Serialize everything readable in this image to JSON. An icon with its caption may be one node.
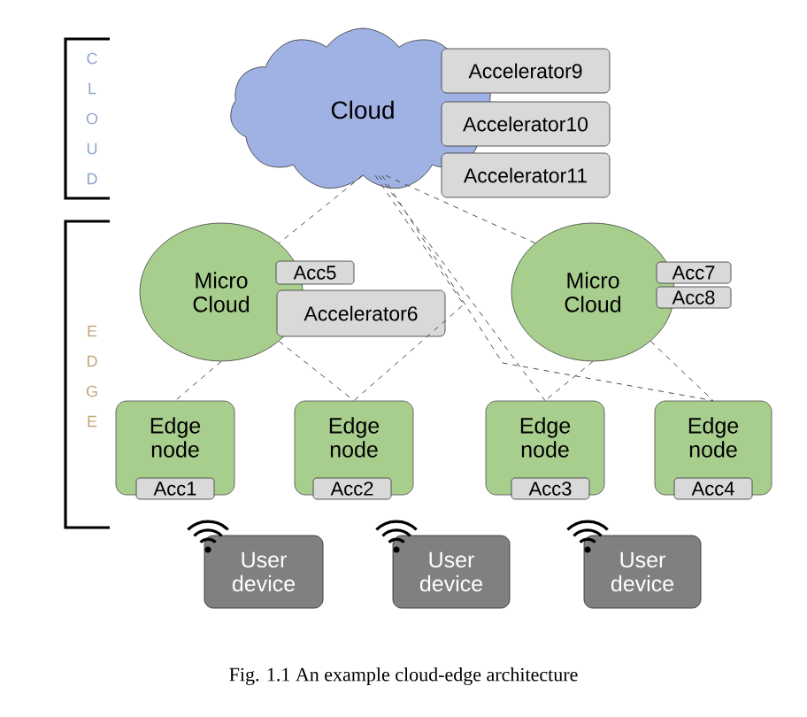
{
  "diagram": {
    "caption": "Fig. 1.1 An example cloud-edge architecture",
    "nodes": [
      {
        "text": [
          "Cloud"
        ]
      },
      {
        "text": [
          "Accelerator9"
        ]
      },
      {
        "text": [
          "Accelerator10"
        ]
      },
      {
        "text": [
          "Accelerator11"
        ]
      },
      {
        "text": [
          "Micro Cloud"
        ]
      },
      {
        "text": [
          "Acc5"
        ]
      },
      {
        "text": [
          "Accelerator6"
        ]
      },
      {
        "text": [
          "Micro Cloud"
        ]
      },
      {
        "text": [
          "Acc7"
        ]
      },
      {
        "text": [
          "Acc8"
        ]
      },
      {
        "text": [
          "Edge node"
        ]
      },
      {
        "text": [
          "Acc1"
        ],
        "in": 10
      },
      {
        "text": [
          "Edge node"
        ]
      },
      {
        "text": [
          "Acc2"
        ],
        "in": 12
      },
      {
        "text": [
          "Edge node"
        ]
      },
      {
        "text": [
          "Acc3"
        ],
        "in": 14
      },
      {
        "text": [
          "Edge node"
        ]
      },
      {
        "text": [
          "Acc4"
        ],
        "in": 16
      },
      {
        "text": [
          "User device"
        ]
      },
      {
        "text": [
          "User device"
        ]
      },
      {
        "text": [
          "User device"
        ]
      }
    ],
    "edges": [
      {
        "from": 0,
        "to": 4,
        "arrow": "none"
      },
      {
        "from": 0,
        "to": 12,
        "arrow": "none"
      },
      {
        "from": 0,
        "to": 14,
        "arrow": "none"
      },
      {
        "from": 0,
        "to": 7,
        "arrow": "none"
      },
      {
        "from": 0,
        "to": 16,
        "arrow": "none"
      },
      {
        "from": 4,
        "to": 10,
        "arrow": "none"
      },
      {
        "from": 4,
        "to": 12,
        "arrow": "none"
      },
      {
        "from": 7,
        "to": 14,
        "arrow": "none"
      },
      {
        "from": 7,
        "to": 16,
        "arrow": "none"
      }
    ],
    "labels": [
      "C",
      "L",
      "O",
      "U",
      "D",
      "E",
      "D",
      "G",
      "E"
    ]
  }
}
